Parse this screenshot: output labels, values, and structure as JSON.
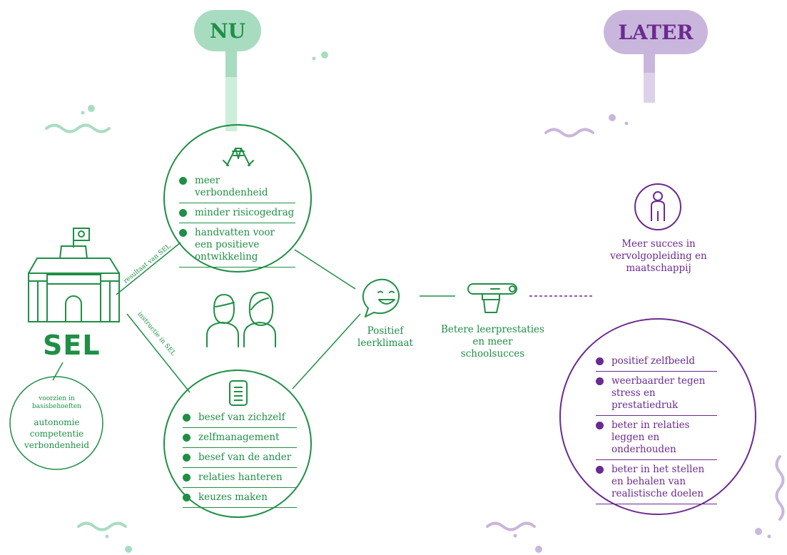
{
  "flags": {
    "now": "NU",
    "later": "LATER"
  },
  "school": {
    "title": "SEL"
  },
  "needs": {
    "heading": "voorzien in basisbehoeften",
    "items": [
      "autonomie",
      "competentie",
      "verbondenheid"
    ]
  },
  "edges": {
    "result": "resultaat van SEL",
    "instruction": "instructie in SEL"
  },
  "result_circle": {
    "items": [
      "meer verbondenheid",
      "minder risicogedrag",
      "handvatten voor een positieve ontwikkeling"
    ]
  },
  "instruction_circle": {
    "items": [
      "besef van zichzelf",
      "zelfmanagement",
      "besef van de ander",
      "relaties hanteren",
      "keuzes maken"
    ]
  },
  "climate": {
    "label": "Positief leerklimaat"
  },
  "performance": {
    "label": "Betere leerprestaties en meer schoolsucces"
  },
  "success": {
    "label": "Meer succes in vervolgopleiding en maatschappij"
  },
  "later_circle": {
    "items": [
      "positief zelfbeeld",
      "weerbaarder tegen stress en prestatiedruk",
      "beter in relaties leggen en onderhouden",
      "beter in het stellen en behalen van realistische doelen"
    ]
  },
  "colors": {
    "green": "#1f8f45",
    "light_green": "#a8dcc0",
    "purple": "#6b2a8f",
    "light_purple": "#c9b6dc"
  }
}
